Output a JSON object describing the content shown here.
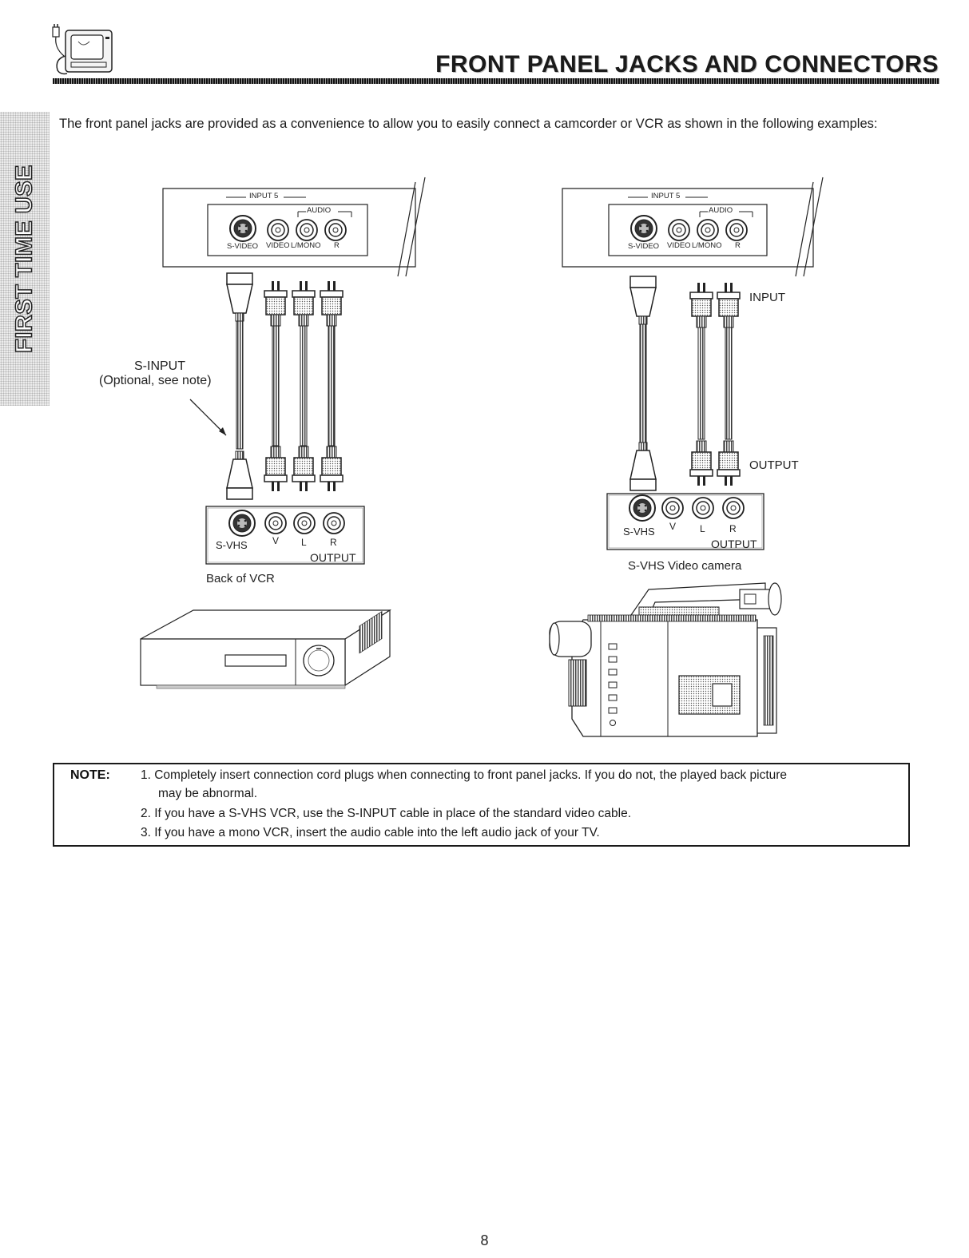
{
  "header": {
    "title": "FRONT PANEL JACKS AND CONNECTORS",
    "icon": "tv-with-plug-icon"
  },
  "side_tab": {
    "label": "FIRST TIME USE"
  },
  "intro": "The front panel jacks are provided as a convenience to allow you to easily connect a camcorder or VCR as shown in the following examples:",
  "left_diagram": {
    "panel_header": "INPUT 5",
    "audio_label": "AUDIO",
    "jack_labels": [
      "S-VIDEO",
      "VIDEO",
      "L/MONO",
      "R"
    ],
    "s_input_label": "S-INPUT",
    "s_input_note": "(Optional, see note)",
    "vcr_jack_labels": [
      "S-VHS",
      "V",
      "L",
      "R"
    ],
    "vcr_output_label": "OUTPUT",
    "vcr_caption": "Back of VCR"
  },
  "right_diagram": {
    "panel_header": "INPUT 5",
    "audio_label": "AUDIO",
    "jack_labels": [
      "S-VIDEO",
      "VIDEO",
      "L/MONO",
      "R"
    ],
    "input_label": "INPUT",
    "output_label": "OUTPUT",
    "camera_jack_labels": [
      "S-VHS",
      "V",
      "L",
      "R"
    ],
    "camera_output_label": "OUTPUT",
    "camera_caption": "S-VHS Video camera"
  },
  "note": {
    "label": "NOTE:",
    "items": [
      "1. Completely insert connection cord plugs when connecting to front panel jacks.  If you do not, the played back picture",
      "may be abnormal.",
      "2. If you have a S-VHS VCR, use the S-INPUT cable in place of the standard video cable.",
      "3. If you have a mono VCR, insert the audio cable into the left audio jack of your TV."
    ]
  },
  "page_number": "8"
}
